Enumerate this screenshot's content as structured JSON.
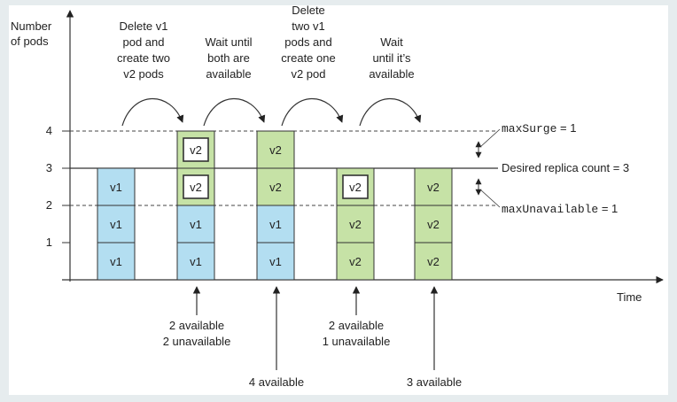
{
  "y_axis": {
    "title_lines": [
      "Number",
      "of pods"
    ],
    "ticks": [
      "1",
      "2",
      "3",
      "4"
    ]
  },
  "x_axis": {
    "label": "Time"
  },
  "steps": [
    {
      "lines": [
        "Delete v1",
        "pod and",
        "create two",
        "v2 pods"
      ]
    },
    {
      "lines": [
        "Wait until",
        "both are",
        "available"
      ]
    },
    {
      "lines": [
        "Delete",
        "two v1",
        "pods and",
        "create one",
        "v2 pod"
      ]
    },
    {
      "lines": [
        "Wait",
        "until it’s",
        "available"
      ]
    }
  ],
  "columns": [
    {
      "pods": [
        {
          "label": "v1",
          "version": "v1",
          "state": "available"
        },
        {
          "label": "v1",
          "version": "v1",
          "state": "available"
        },
        {
          "label": "v1",
          "version": "v1",
          "state": "available"
        }
      ]
    },
    {
      "pods": [
        {
          "label": "v1",
          "version": "v1",
          "state": "available"
        },
        {
          "label": "v1",
          "version": "v1",
          "state": "available"
        },
        {
          "label": "v2",
          "version": "v2",
          "state": "unavailable"
        },
        {
          "label": "v2",
          "version": "v2",
          "state": "unavailable"
        }
      ]
    },
    {
      "pods": [
        {
          "label": "v1",
          "version": "v1",
          "state": "available"
        },
        {
          "label": "v1",
          "version": "v1",
          "state": "available"
        },
        {
          "label": "v2",
          "version": "v2",
          "state": "available"
        },
        {
          "label": "v2",
          "version": "v2",
          "state": "available"
        }
      ]
    },
    {
      "pods": [
        {
          "label": "v2",
          "version": "v2",
          "state": "available"
        },
        {
          "label": "v2",
          "version": "v2",
          "state": "available"
        },
        {
          "label": "v2",
          "version": "v2",
          "state": "unavailable"
        }
      ]
    },
    {
      "pods": [
        {
          "label": "v2",
          "version": "v2",
          "state": "available"
        },
        {
          "label": "v2",
          "version": "v2",
          "state": "available"
        },
        {
          "label": "v2",
          "version": "v2",
          "state": "available"
        }
      ]
    }
  ],
  "status_notes": [
    {
      "column": 1,
      "lines": [
        "2 available",
        "2 unavailable"
      ]
    },
    {
      "column": 2,
      "lines": [
        "4 available"
      ]
    },
    {
      "column": 3,
      "lines": [
        "2 available",
        "1 unavailable"
      ]
    },
    {
      "column": 4,
      "lines": [
        "3 available"
      ]
    }
  ],
  "annotations": {
    "max_surge": {
      "key": "maxSurge",
      "rest": " = 1"
    },
    "desired": {
      "text": "Desired replica count = 3"
    },
    "max_unavailable": {
      "key": "maxUnavailable",
      "rest": " = 1"
    }
  },
  "colors": {
    "v1_fill": "#b3def1",
    "v2_fill": "#c6e2a6",
    "stroke": "#333333",
    "background": "#e6ecee",
    "canvas": "#ffffff"
  }
}
